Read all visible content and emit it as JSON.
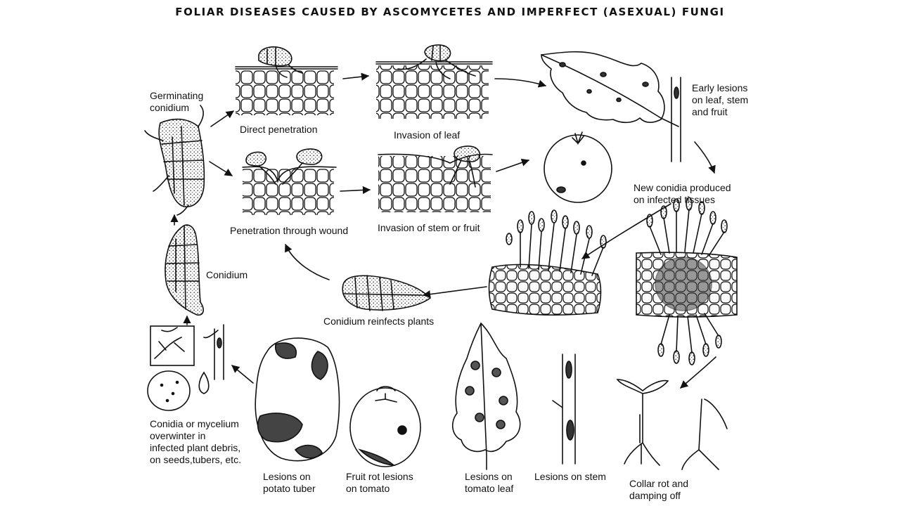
{
  "title": "FOLIAR DISEASES CAUSED BY ASCOMYCETES AND IMPERFECT (ASEXUAL) FUNGI",
  "labels": {
    "germinating_conidium": "Germinating\nconidium",
    "direct_penetration": "Direct penetration",
    "invasion_leaf": "Invasion of leaf",
    "early_lesions": "Early lesions\non leaf, stem\nand fruit",
    "penetration_wound": "Penetration through wound",
    "invasion_stem_fruit": "Invasion of stem or fruit",
    "new_conidia": "New conidia produced\non infected tissues",
    "conidium": "Conidium",
    "conidium_reinfects": "Conidium reinfects plants",
    "overwinter": "Conidia or mycelium\noverwinter in\ninfected plant debris,\non seeds,tubers, etc.",
    "lesions_potato": "Lesions on\npotato tuber",
    "fruit_rot": "Fruit rot lesions\non tomato",
    "lesions_tomato_leaf": "Lesions on\ntomato leaf",
    "lesions_stem": "Lesions on stem",
    "collar_rot": "Collar rot and\ndamping off"
  }
}
